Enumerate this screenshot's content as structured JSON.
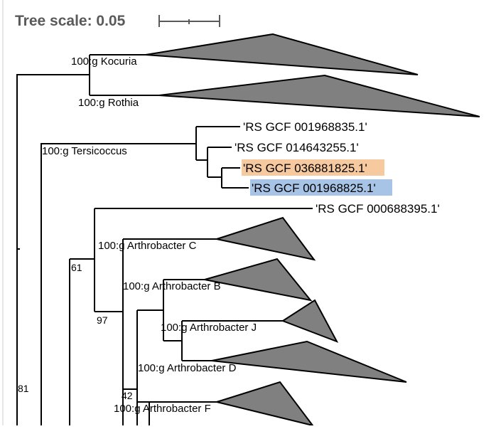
{
  "scale": {
    "title": "Tree scale: 0.05"
  },
  "clades": {
    "kocuria": "100:g Kocuria",
    "rothia": "100:g Rothia",
    "tersicoccus": "100:g Tersicoccus",
    "arthrobacter_c": "100:g Arthrobacter C",
    "arthrobacter_b": "100:g Arthrobacter B",
    "arthrobacter_j": "100:g Arthrobacter J",
    "arthrobacter_d": "100:g Arthrobacter D",
    "arthrobacter_f": "100:g Arthrobacter F"
  },
  "leaves": {
    "gcf_001968835": "'RS GCF 001968835.1'",
    "gcf_014643255": "'RS GCF 014643255.1'",
    "gcf_036881825": "'RS GCF 036881825.1'",
    "gcf_001968825": "'RS GCF 001968825.1'",
    "gcf_000688395": "'RS GCF 000688395.1'"
  },
  "support": {
    "node_61": "61",
    "node_97": "97",
    "node_81": "81",
    "node_42": "42"
  },
  "highlights": {
    "gcf_036881825": "#f6c99f",
    "gcf_001968825": "#a7c4e6"
  }
}
